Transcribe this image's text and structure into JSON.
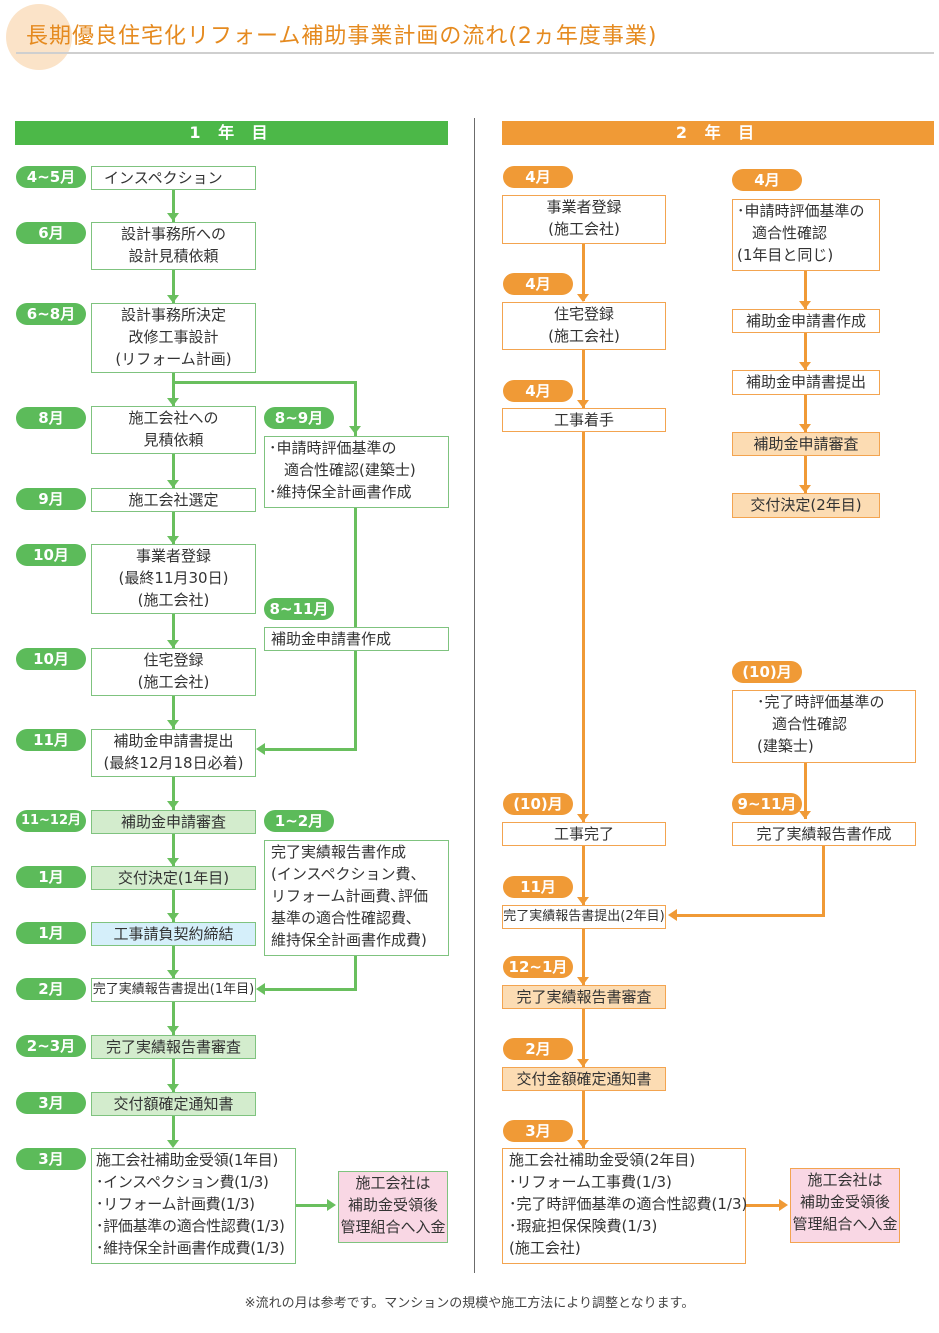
{
  "title": "長期優良住宅化リフォーム補助事業計画の流れ(2ヵ年度事業)",
  "colors": {
    "year1": "#4cb848",
    "year2": "#f09a36",
    "title": "#e58a1f"
  },
  "year1": {
    "header": "1 年 目",
    "months": [
      "4~5月",
      "6月",
      "6~8月",
      "8月",
      "9月",
      "10月",
      "10月",
      "11月",
      "11~12月",
      "1月",
      "1月",
      "2月",
      "2~3月",
      "3月",
      "3月"
    ],
    "steps": {
      "inspection": "インスペクション",
      "design_estimate": "設計事務所への\n設計見積依頼",
      "design_decision": "設計事務所決定\n改修工事設計\n(リフォーム計画)",
      "contractor_estimate": "施工会社への\n見積依頼",
      "contractor_select": "施工会社選定",
      "operator_reg": "事業者登録\n(最終11月30日)\n(施工会社)",
      "house_reg": "住宅登録\n(施工会社)",
      "app_submit": "補助金申請書提出\n(最終12月18日必着)",
      "app_review": "補助金申請審査",
      "grant_decision": "交付決定(1年目)",
      "contract": "工事請負契約締結",
      "report_submit": "完了実績報告書提出(1年目)",
      "report_review": "完了実績報告書審査",
      "amount_notice": "交付額確定通知書",
      "receipt": "施工会社補助金受領(1年目)\n･インスペクション費(1/3)\n･リフォーム計画費(1/3)\n･評価基準の適合性認費(1/3)\n･維持保全計画書作成費(1/3)",
      "after_receipt": "施工会社は\n補助金受領後\n管理組合へ入金"
    },
    "side": {
      "m1": "8~9月",
      "box1": "･申請時評価基準の\n　適合性確認(建築士)\n･維持保全計画書作成",
      "m2": "8~11月",
      "box2": "補助金申請書作成",
      "m3": "1~2月",
      "box3": "完了実績報告書作成\n(インスペクション費、\nリフォーム計画費､評価\n基準の適合性確認費､\n維持保全計画書作成費)"
    }
  },
  "year2": {
    "header": "2 年 目",
    "main_months": [
      "4月",
      "4月",
      "4月",
      "(10)月",
      "11月",
      "12~1月",
      "2月",
      "3月"
    ],
    "main": {
      "operator_reg": "事業者登録\n(施工会社)",
      "house_reg": "住宅登録\n(施工会社)",
      "start": "工事着手",
      "complete": "工事完了",
      "report_submit": "完了実績報告書提出(2年目)",
      "report_review": "完了実績報告書審査",
      "amount_notice": "交付金額確定通知書",
      "receipt": "施工会社補助金受領(2年目)\n･リフォーム工事費(1/3)\n･完了時評価基準の適合性認費(1/3)\n･瑕疵担保保険費(1/3)\n(施工会社)",
      "after_receipt": "施工会社は\n補助金受領後\n管理組合へ入金"
    },
    "side_months": [
      "4月",
      "(10)月",
      "9~11月"
    ],
    "side": {
      "check": "･申請時評価基準の\n　適合性確認\n(1年目と同じ)",
      "app_make": "補助金申請書作成",
      "app_submit": "補助金申請書提出",
      "app_review": "補助金申請審査",
      "grant_decision": "交付決定(2年目)",
      "complete_check": "･完了時評価基準の\n　適合性確認\n(建築士)",
      "report_make": "完了実績報告書作成"
    }
  },
  "footnote": "※流れの月は参考です。マンションの規模や施工方法により調整となります。"
}
